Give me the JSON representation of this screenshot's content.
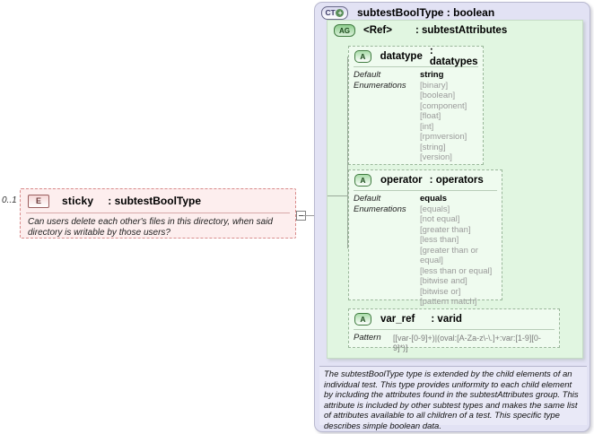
{
  "diagram": {
    "kind": "xsd-schema-diagram",
    "colors": {
      "complextype_fill": "#e2e2f4",
      "attributegroup_fill": "#e1f6e1",
      "attribute_fill": "#effbef",
      "element_fill": "#fdeeee",
      "element_border": "#d88b8b",
      "documentation_fill": "#e9e9f7",
      "enum_text": "#9a9a9a"
    }
  },
  "element": {
    "badge": "E",
    "badge_icon": "element-badge-icon",
    "name": "sticky",
    "separator": ":",
    "type": "subtestBoolType",
    "multiplicity": "0..1",
    "documentation": "Can users delete each other's files in this directory, when said directory is writable by those users?",
    "connector_icon": "collapse-minus-icon"
  },
  "complextype": {
    "badge": "CT",
    "badge_icon": "complextype-badge-icon",
    "expand_icon": "plus-circle-icon",
    "name": "subtestBoolType",
    "separator": ":",
    "base": "boolean",
    "documentation": "The subtestBoolType type is extended by the child elements of an individual test.  This type provides uniformity to each child element by including the attributes found in the subtestAttributes group.  This attribute is included by other subtest types and makes the same list of attributes available to all children of a test.  This specific type describes simple boolean data."
  },
  "attributegroup": {
    "badge": "AG",
    "badge_icon": "attributegroup-badge-icon",
    "ref_label": "<Ref>",
    "separator": ":",
    "name": "subtestAttributes"
  },
  "attributes": [
    {
      "badge": "A",
      "badge_icon": "attribute-badge-icon",
      "name": "datatype",
      "separator": ":",
      "type": "datatypes",
      "facets": [
        {
          "label": "Default",
          "values": [
            {
              "text": "string",
              "kind": "default"
            }
          ]
        },
        {
          "label": "Enumerations",
          "values": [
            {
              "text": "[binary]",
              "kind": "enum"
            },
            {
              "text": "[boolean]",
              "kind": "enum"
            },
            {
              "text": "[component]",
              "kind": "enum"
            },
            {
              "text": "[float]",
              "kind": "enum"
            },
            {
              "text": "[int]",
              "kind": "enum"
            },
            {
              "text": "[rpmversion]",
              "kind": "enum"
            },
            {
              "text": "[string]",
              "kind": "enum"
            },
            {
              "text": "[version]",
              "kind": "enum"
            }
          ]
        }
      ]
    },
    {
      "badge": "A",
      "badge_icon": "attribute-badge-icon",
      "name": "operator",
      "separator": ":",
      "type": "operators",
      "facets": [
        {
          "label": "Default",
          "values": [
            {
              "text": "equals",
              "kind": "default"
            }
          ]
        },
        {
          "label": "Enumerations",
          "values": [
            {
              "text": "[equals]",
              "kind": "enum"
            },
            {
              "text": "[not equal]",
              "kind": "enum"
            },
            {
              "text": "[greater than]",
              "kind": "enum"
            },
            {
              "text": "[less than]",
              "kind": "enum"
            },
            {
              "text": "[greater than or equal]",
              "kind": "enum"
            },
            {
              "text": "[less than or equal]",
              "kind": "enum"
            },
            {
              "text": "[bitwise and]",
              "kind": "enum"
            },
            {
              "text": "[bitwise or]",
              "kind": "enum"
            },
            {
              "text": "[pattern match]",
              "kind": "enum"
            }
          ]
        }
      ]
    },
    {
      "badge": "A",
      "badge_icon": "attribute-badge-icon",
      "name": "var_ref",
      "separator": ":",
      "type": "varid",
      "pattern_label": "Pattern",
      "pattern_value": "[[var-[0-9]+)|(oval:[A-Za-z\\-\\.]+:var:[1-9][0-9]*)]"
    }
  ]
}
